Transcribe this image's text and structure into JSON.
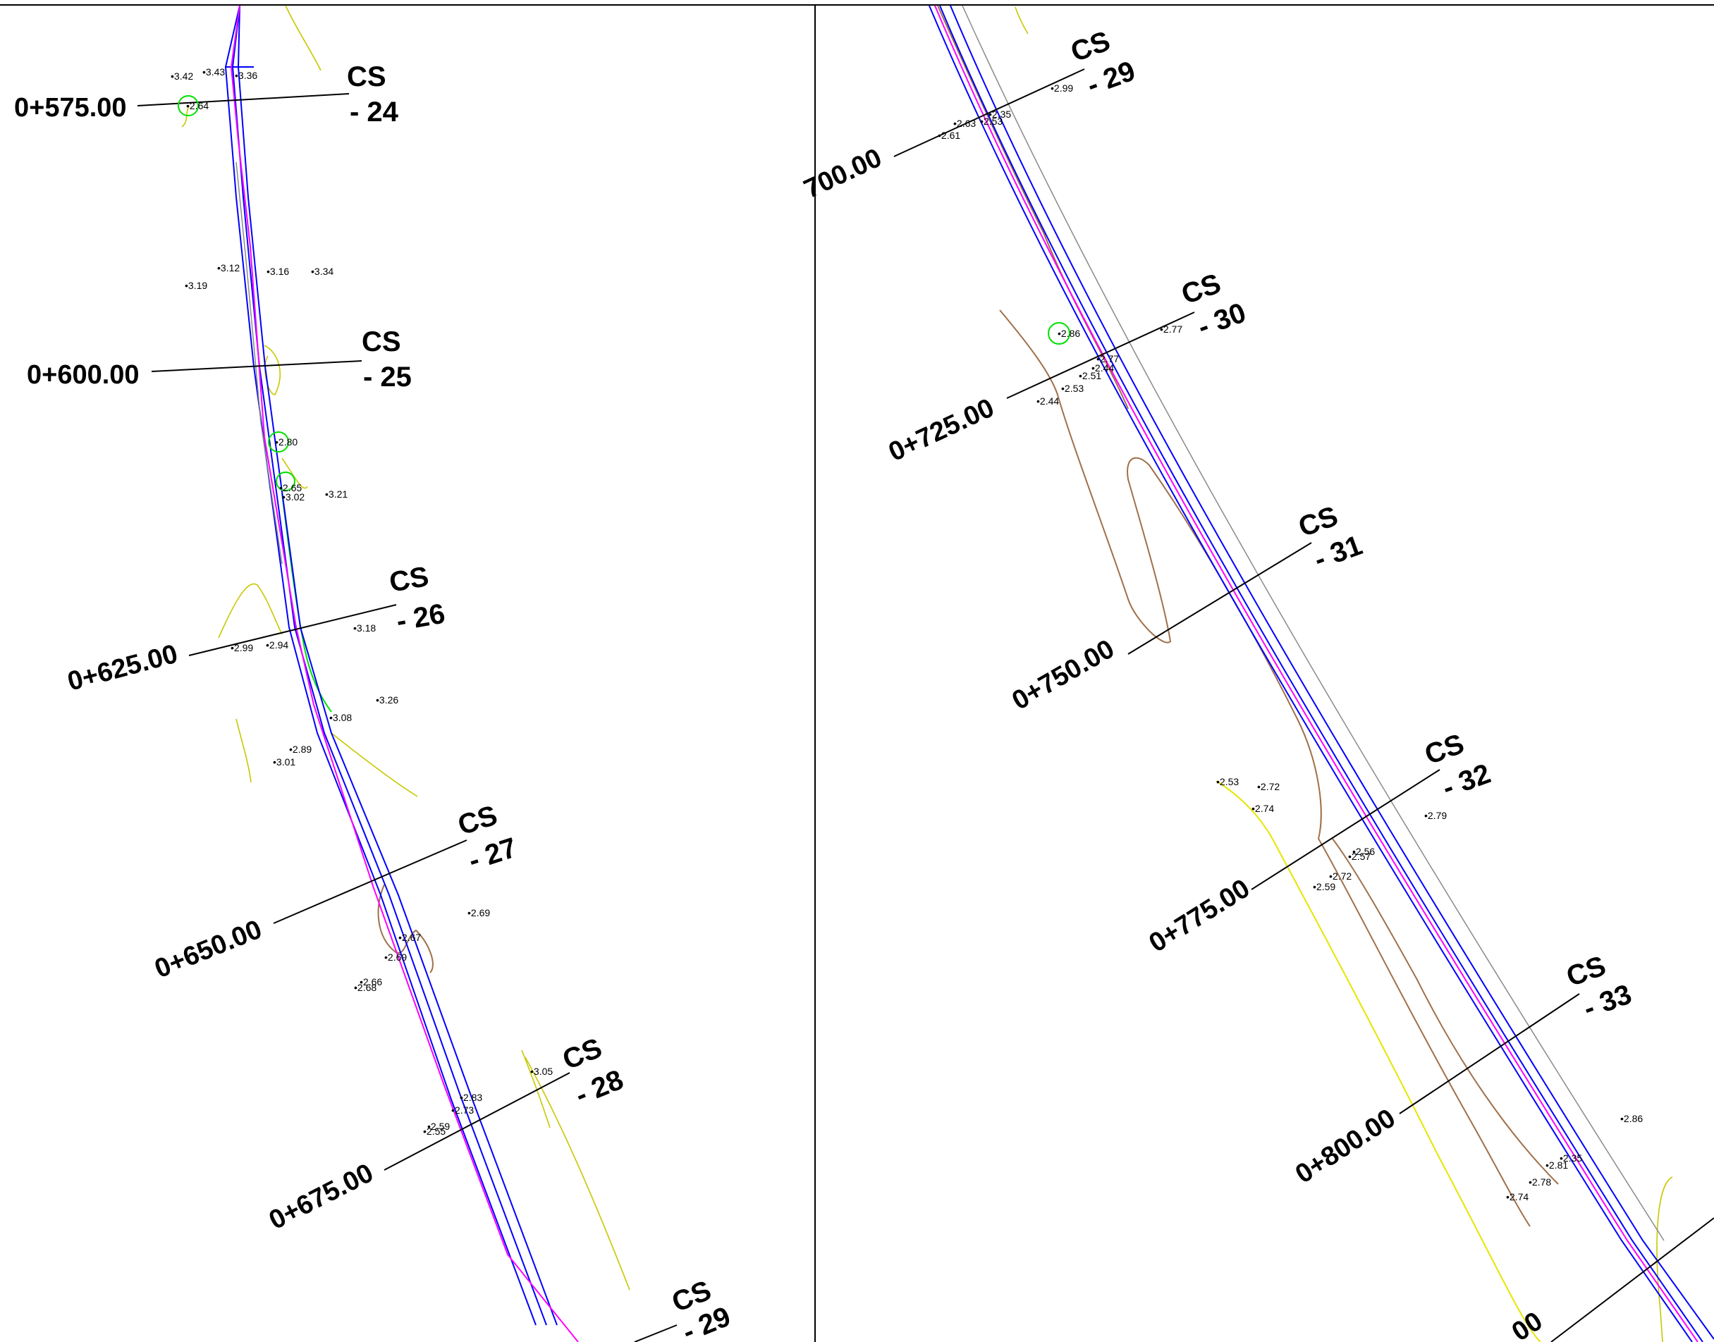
{
  "left_sheet": {
    "sections": [
      {
        "chainage": "0+575.00",
        "cs_label": "CS",
        "cs_number": "- 24"
      },
      {
        "chainage": "0+600.00",
        "cs_label": "CS",
        "cs_number": "- 25"
      },
      {
        "chainage": "0+625.00",
        "cs_label": "CS",
        "cs_number": "- 26"
      },
      {
        "chainage": "0+650.00",
        "cs_label": "CS",
        "cs_number": "- 27"
      },
      {
        "chainage": "0+675.00",
        "cs_label": "CS",
        "cs_number": "- 28"
      },
      {
        "chainage": "",
        "cs_label": "CS",
        "cs_number": "- 29"
      }
    ],
    "spot_levels": [
      "3.42",
      "3.43",
      "3.36",
      "2.64",
      "3.12",
      "3.16",
      "3.34",
      "3.19",
      "2.80",
      "2.65",
      "3.02",
      "3.21",
      "2.99",
      "2.94",
      "3.18",
      "3.26",
      "3.08",
      "2.89",
      "3.01",
      "2.69",
      "2.67",
      "2.69",
      "2.66",
      "2.68",
      "3.05",
      "2.83",
      "2.73",
      "2.59",
      "2.55"
    ]
  },
  "right_sheet": {
    "sections": [
      {
        "chainage": "700.00",
        "cs_label": "CS",
        "cs_number": "- 29"
      },
      {
        "chainage": "0+725.00",
        "cs_label": "CS",
        "cs_number": "- 30"
      },
      {
        "chainage": "0+750.00",
        "cs_label": "CS",
        "cs_number": "- 31"
      },
      {
        "chainage": "0+775.00",
        "cs_label": "CS",
        "cs_number": "- 32"
      },
      {
        "chainage": "0+800.00",
        "cs_label": "CS",
        "cs_number": "- 33"
      },
      {
        "chainage": "00",
        "cs_label": "",
        "cs_number": ""
      }
    ],
    "spot_levels": [
      "2.99",
      "2.63",
      "2.61",
      "2.35",
      "2.53",
      "2.86",
      "2.77",
      "2.77",
      "2.44",
      "2.51",
      "2.53",
      "2.44",
      "2.53",
      "2.72",
      "2.74",
      "2.79",
      "2.56",
      "2.57",
      "2.72",
      "2.59",
      "2.86",
      "2.35",
      "2.81",
      "2.78",
      "2.74"
    ]
  },
  "colors": {
    "alignment": "#0000ff",
    "centerline": "#ff00ff",
    "edge_green": "#00e000",
    "edge_brown": "#a0704a",
    "edge_yellow": "#c8c800",
    "bright_yellow": "#e6e600",
    "frame": "#000000"
  }
}
